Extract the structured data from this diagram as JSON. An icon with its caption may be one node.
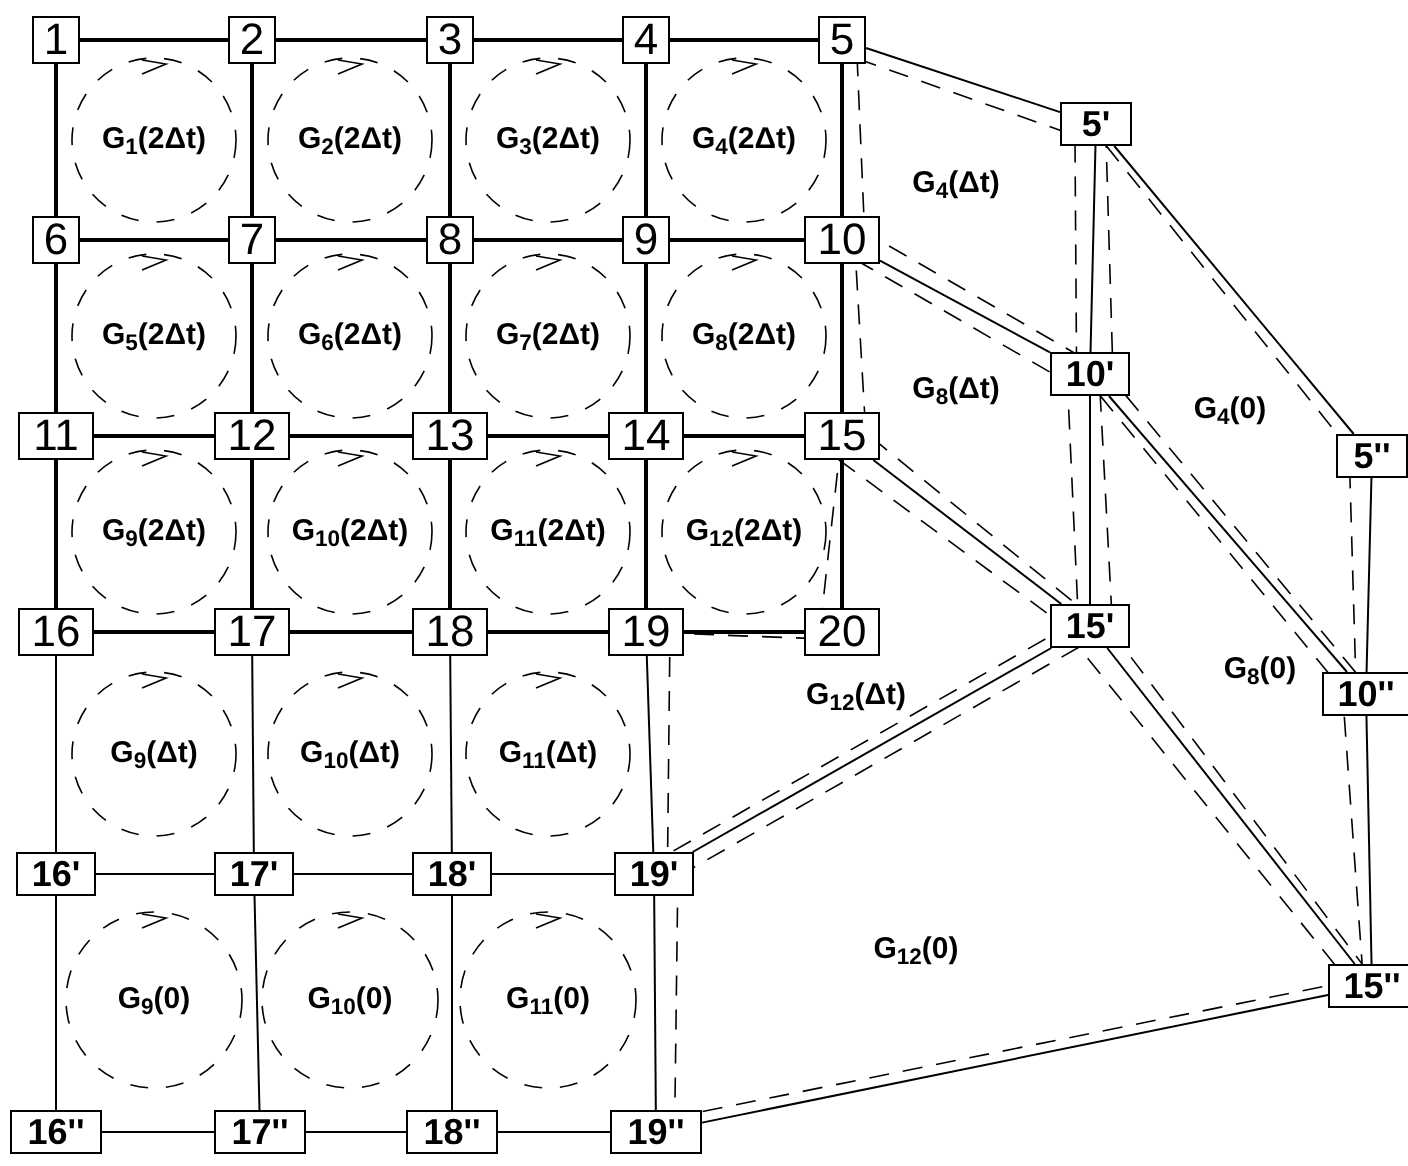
{
  "diagram": {
    "nodes": [
      {
        "text": [
          "1"
        ]
      },
      {
        "text": [
          "2"
        ]
      },
      {
        "text": [
          "3"
        ]
      },
      {
        "text": [
          "4"
        ]
      },
      {
        "text": [
          "5"
        ]
      },
      {
        "text": [
          "6"
        ]
      },
      {
        "text": [
          "7"
        ]
      },
      {
        "text": [
          "8"
        ]
      },
      {
        "text": [
          "9"
        ]
      },
      {
        "text": [
          "10"
        ]
      },
      {
        "text": [
          "11"
        ]
      },
      {
        "text": [
          "12"
        ]
      },
      {
        "text": [
          "13"
        ]
      },
      {
        "text": [
          "14"
        ]
      },
      {
        "text": [
          "15"
        ]
      },
      {
        "text": [
          "16"
        ]
      },
      {
        "text": [
          "17"
        ]
      },
      {
        "text": [
          "18"
        ]
      },
      {
        "text": [
          "19"
        ]
      },
      {
        "text": [
          "20"
        ]
      },
      {
        "text": [
          "5'"
        ]
      },
      {
        "text": [
          "10'"
        ]
      },
      {
        "text": [
          "15'"
        ]
      },
      {
        "text": [
          "5''"
        ]
      },
      {
        "text": [
          "10''"
        ]
      },
      {
        "text": [
          "15''"
        ]
      },
      {
        "text": [
          "16'"
        ]
      },
      {
        "text": [
          "17'"
        ]
      },
      {
        "text": [
          "18'"
        ]
      },
      {
        "text": [
          "19'"
        ]
      },
      {
        "text": [
          "16''"
        ]
      },
      {
        "text": [
          "17''"
        ]
      },
      {
        "text": [
          "18''"
        ]
      },
      {
        "text": [
          "19''"
        ]
      },
      {
        "text": [
          "G$_{1}$(2Δt)"
        ]
      },
      {
        "text": [
          "G$_{2}$(2Δt)"
        ]
      },
      {
        "text": [
          "G$_{3}$(2Δt)"
        ]
      },
      {
        "text": [
          "G$_{4}$(2Δt)"
        ]
      },
      {
        "text": [
          "G$_{5}$(2Δt)"
        ]
      },
      {
        "text": [
          "G$_{6}$(2Δt)"
        ]
      },
      {
        "text": [
          "G$_{7}$(2Δt)"
        ]
      },
      {
        "text": [
          "G$_{8}$(2Δt)"
        ]
      },
      {
        "text": [
          "G$_{9}$(2Δt)"
        ]
      },
      {
        "text": [
          "G$_{10}$(2Δt)"
        ]
      },
      {
        "text": [
          "G$_{11}$(2Δt)"
        ]
      },
      {
        "text": [
          "G$_{12}$(2Δt)"
        ]
      },
      {
        "text": [
          "G$_{9}$(Δt)"
        ]
      },
      {
        "text": [
          "G$_{10}$(Δt)"
        ]
      },
      {
        "text": [
          "G$_{11}$(Δt)"
        ]
      },
      {
        "text": [
          "G$_{9}$(0)"
        ]
      },
      {
        "text": [
          "G$_{10}$(0)"
        ]
      },
      {
        "text": [
          "G$_{11}$(0)"
        ]
      }
    ],
    "edges": [
      {
        "from": 0,
        "to": 1,
        "arrow": "none"
      },
      {
        "from": 1,
        "to": 2,
        "arrow": "none"
      },
      {
        "from": 2,
        "to": 3,
        "arrow": "none"
      },
      {
        "from": 3,
        "to": 4,
        "arrow": "none"
      },
      {
        "from": 5,
        "to": 6,
        "arrow": "none"
      },
      {
        "from": 6,
        "to": 7,
        "arrow": "none"
      },
      {
        "from": 7,
        "to": 8,
        "arrow": "none"
      },
      {
        "from": 8,
        "to": 9,
        "arrow": "none"
      },
      {
        "from": 10,
        "to": 11,
        "arrow": "none"
      },
      {
        "from": 11,
        "to": 12,
        "arrow": "none"
      },
      {
        "from": 12,
        "to": 13,
        "arrow": "none"
      },
      {
        "from": 13,
        "to": 14,
        "arrow": "none"
      },
      {
        "from": 15,
        "to": 16,
        "arrow": "none"
      },
      {
        "from": 16,
        "to": 17,
        "arrow": "none"
      },
      {
        "from": 17,
        "to": 18,
        "arrow": "none"
      },
      {
        "from": 18,
        "to": 19,
        "arrow": "none"
      },
      {
        "from": 0,
        "to": 5,
        "arrow": "none"
      },
      {
        "from": 5,
        "to": 10,
        "arrow": "none"
      },
      {
        "from": 10,
        "to": 15,
        "arrow": "none"
      },
      {
        "from": 1,
        "to": 6,
        "arrow": "none"
      },
      {
        "from": 6,
        "to": 11,
        "arrow": "none"
      },
      {
        "from": 11,
        "to": 16,
        "arrow": "none"
      },
      {
        "from": 2,
        "to": 7,
        "arrow": "none"
      },
      {
        "from": 7,
        "to": 12,
        "arrow": "none"
      },
      {
        "from": 12,
        "to": 17,
        "arrow": "none"
      },
      {
        "from": 3,
        "to": 8,
        "arrow": "none"
      },
      {
        "from": 8,
        "to": 13,
        "arrow": "none"
      },
      {
        "from": 13,
        "to": 18,
        "arrow": "none"
      },
      {
        "from": 4,
        "to": 9,
        "arrow": "none"
      },
      {
        "from": 9,
        "to": 14,
        "arrow": "none"
      },
      {
        "from": 14,
        "to": 19,
        "arrow": "none"
      },
      {
        "from": 15,
        "to": 26,
        "arrow": "none"
      },
      {
        "from": 26,
        "to": 30,
        "arrow": "none"
      },
      {
        "from": 16,
        "to": 27,
        "arrow": "none"
      },
      {
        "from": 27,
        "to": 31,
        "arrow": "none"
      },
      {
        "from": 17,
        "to": 28,
        "arrow": "none"
      },
      {
        "from": 28,
        "to": 32,
        "arrow": "none"
      },
      {
        "from": 18,
        "to": 29,
        "arrow": "none"
      },
      {
        "from": 29,
        "to": 33,
        "arrow": "none"
      },
      {
        "from": 26,
        "to": 27,
        "arrow": "none"
      },
      {
        "from": 27,
        "to": 28,
        "arrow": "none"
      },
      {
        "from": 28,
        "to": 29,
        "arrow": "none"
      },
      {
        "from": 30,
        "to": 31,
        "arrow": "none"
      },
      {
        "from": 31,
        "to": 32,
        "arrow": "none"
      },
      {
        "from": 32,
        "to": 33,
        "arrow": "none"
      },
      {
        "from": 4,
        "to": 20,
        "arrow": "none"
      },
      {
        "from": 9,
        "to": 21,
        "arrow": "none"
      },
      {
        "from": 14,
        "to": 22,
        "arrow": "none"
      },
      {
        "from": 20,
        "to": 21,
        "arrow": "none"
      },
      {
        "from": 21,
        "to": 22,
        "arrow": "none"
      },
      {
        "from": 20,
        "to": 23,
        "arrow": "none"
      },
      {
        "from": 21,
        "to": 24,
        "arrow": "none"
      },
      {
        "from": 22,
        "to": 25,
        "arrow": "none"
      },
      {
        "from": 23,
        "to": 24,
        "arrow": "none"
      },
      {
        "from": 24,
        "to": 25,
        "arrow": "none"
      },
      {
        "from": 29,
        "to": 22,
        "arrow": "none"
      },
      {
        "from": 33,
        "to": 25,
        "arrow": "none"
      }
    ],
    "labels": [
      "G$_{4}$(Δt)",
      "G$_{8}$(Δt)",
      "G$_{4}$(0)",
      "G$_{8}$(0)",
      "G$_{12}$(Δt)",
      "G$_{12}$(0)"
    ]
  }
}
